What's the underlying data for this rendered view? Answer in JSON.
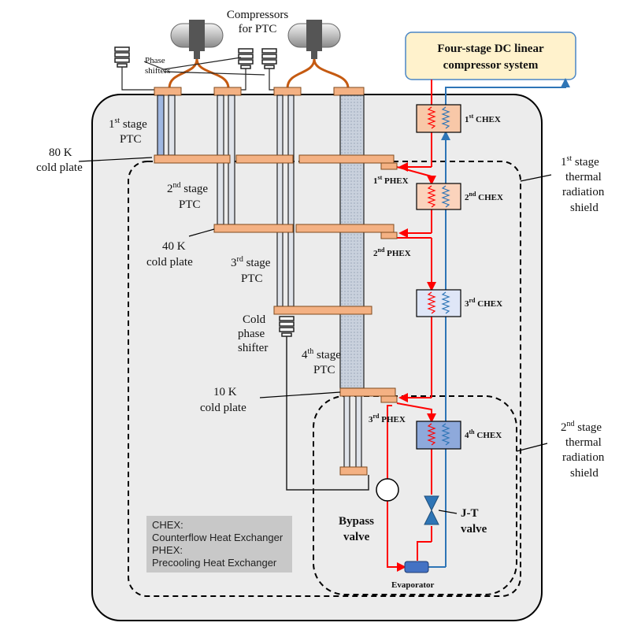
{
  "diagram": {
    "compressors_label": [
      "Compressors",
      "for PTC"
    ],
    "phase_shifters_label": [
      "Phase",
      "shifters"
    ],
    "dc_box_label": [
      "Four-stage DC linear",
      "compressor system"
    ],
    "cold_plates": {
      "p80": [
        "80 K",
        "cold plate"
      ],
      "p40": [
        "40 K",
        "cold plate"
      ],
      "p10": [
        "10 K",
        "cold plate"
      ]
    },
    "ptc_labels": {
      "s1": [
        "1",
        "st",
        " stage",
        "PTC"
      ],
      "s2": [
        "2",
        "nd",
        " stage",
        "PTC"
      ],
      "s3": [
        "3",
        "rd",
        " stage",
        "PTC"
      ],
      "s4": [
        "4",
        "th",
        " stage",
        "PTC"
      ]
    },
    "cold_phase_shifter": [
      "Cold",
      "phase",
      "shifter"
    ],
    "chex": [
      {
        "num": "1",
        "sup": "st",
        "text": " CHEX"
      },
      {
        "num": "2",
        "sup": "nd",
        "text": " CHEX"
      },
      {
        "num": "3",
        "sup": "rd",
        "text": " CHEX"
      },
      {
        "num": "4",
        "sup": "th",
        "text": " CHEX"
      }
    ],
    "phex": [
      {
        "num": "1",
        "sup": "st",
        "text": " PHEX"
      },
      {
        "num": "2",
        "sup": "nd",
        "text": " PHEX"
      },
      {
        "num": "3",
        "sup": "rd",
        "text": " PHEX"
      }
    ],
    "shield1": [
      "1",
      "st",
      " stage",
      "thermal",
      "radiation",
      "shield"
    ],
    "shield2": [
      "2",
      "nd",
      " stage",
      "thermal",
      "radiation",
      "shield"
    ],
    "bypass": [
      "Bypass",
      "valve"
    ],
    "jt": [
      "J-T",
      "valve"
    ],
    "evaporator": "Evaporator",
    "legend": [
      "CHEX:",
      "Counterflow Heat Exchanger",
      "PHEX:",
      "Precooling Heat Exchanger"
    ],
    "colors": {
      "plate": "#f4b183",
      "chex1": "#f8c8a8",
      "chex2": "#fbd3bc",
      "chex3": "#dfe6f7",
      "chex4": "#8ea9db",
      "hot_line": "#ff0000",
      "cold_line": "#2e75b6",
      "tube": "#cfd8e6",
      "enclosure": "#ececec"
    }
  }
}
